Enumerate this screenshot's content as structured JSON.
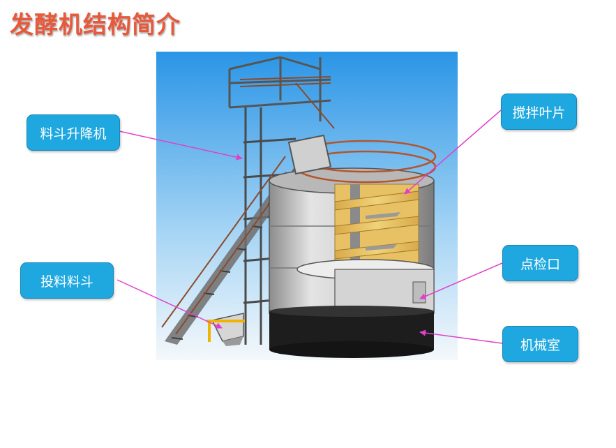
{
  "title": "发酵机结构简介",
  "labels": {
    "hopper_lift": "料斗升降机",
    "feed_hopper": "投料料斗",
    "mixing_blade": "搅拌叶片",
    "inspection_port": "点检口",
    "machine_room": "机械室"
  },
  "colors": {
    "title": "#e8583a",
    "label_bg": "#1fa8e0",
    "leader_line": "#e040c8",
    "sky_top": "#2f9be8",
    "tank_body": "#c9c9c9",
    "base": "#1a1a1a",
    "blade": "#e6c266",
    "rail": "#a0522d"
  }
}
